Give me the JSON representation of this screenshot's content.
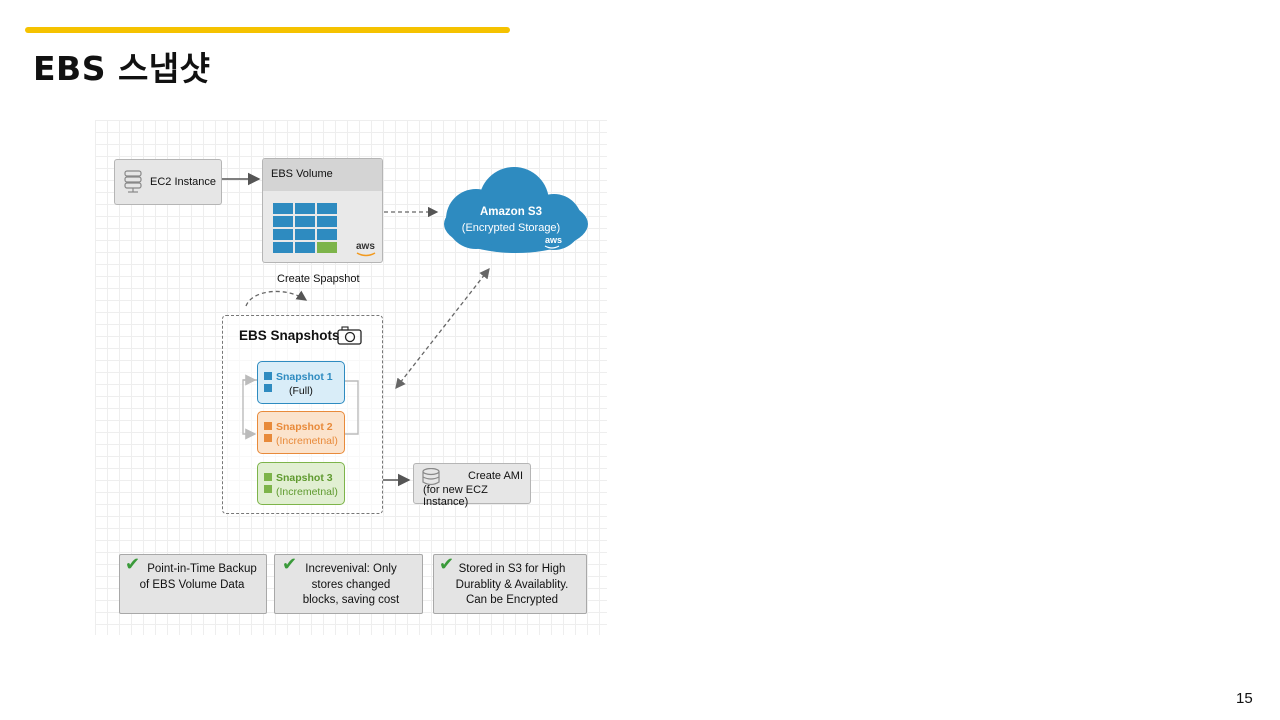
{
  "slide": {
    "title": "EBS 스냅샷",
    "page_number": "15",
    "accent_color": "#f5c200"
  },
  "diagram": {
    "ec2": {
      "label": "EC2 Instance",
      "icon": "server-icon"
    },
    "ebs_volume": {
      "label": "EBS Volume",
      "brand": "aws",
      "icon": "disk-blocks-icon"
    },
    "s3": {
      "title": "Amazon S3",
      "subtitle": "(Encrypted Storage)",
      "brand": "aws",
      "color": "#2e8bc0"
    },
    "create_snapshot_label": "Create Spapshot",
    "snapshots": {
      "title": "EBS Snapshots",
      "icon": "camera-icon",
      "items": [
        {
          "name": "Snapshot 1",
          "type": "(Full)",
          "color": "#2e8bc0"
        },
        {
          "name": "Snapshot 2",
          "type": "(Incremetnal)",
          "color": "#e88a3a"
        },
        {
          "name": "Snapshot 3",
          "type": "(Incremetnal)",
          "color": "#7db44a"
        }
      ]
    },
    "ami": {
      "line1": "Create AMI",
      "line2": "(for new ECZ Instance)",
      "icon": "database-icon"
    }
  },
  "features": [
    {
      "lines": [
        "Point-in-Time Backup",
        "of EBS Volume Data"
      ],
      "icon": "checkmark-icon"
    },
    {
      "lines": [
        "Increvenival: Only",
        "stores changed",
        "blocks, saving cost"
      ],
      "icon": "checkmark-icon"
    },
    {
      "lines": [
        "Stored in S3 for High",
        "Durablity & Availablity.",
        "Can be Encrypted"
      ],
      "icon": "checkmark-icon"
    }
  ]
}
